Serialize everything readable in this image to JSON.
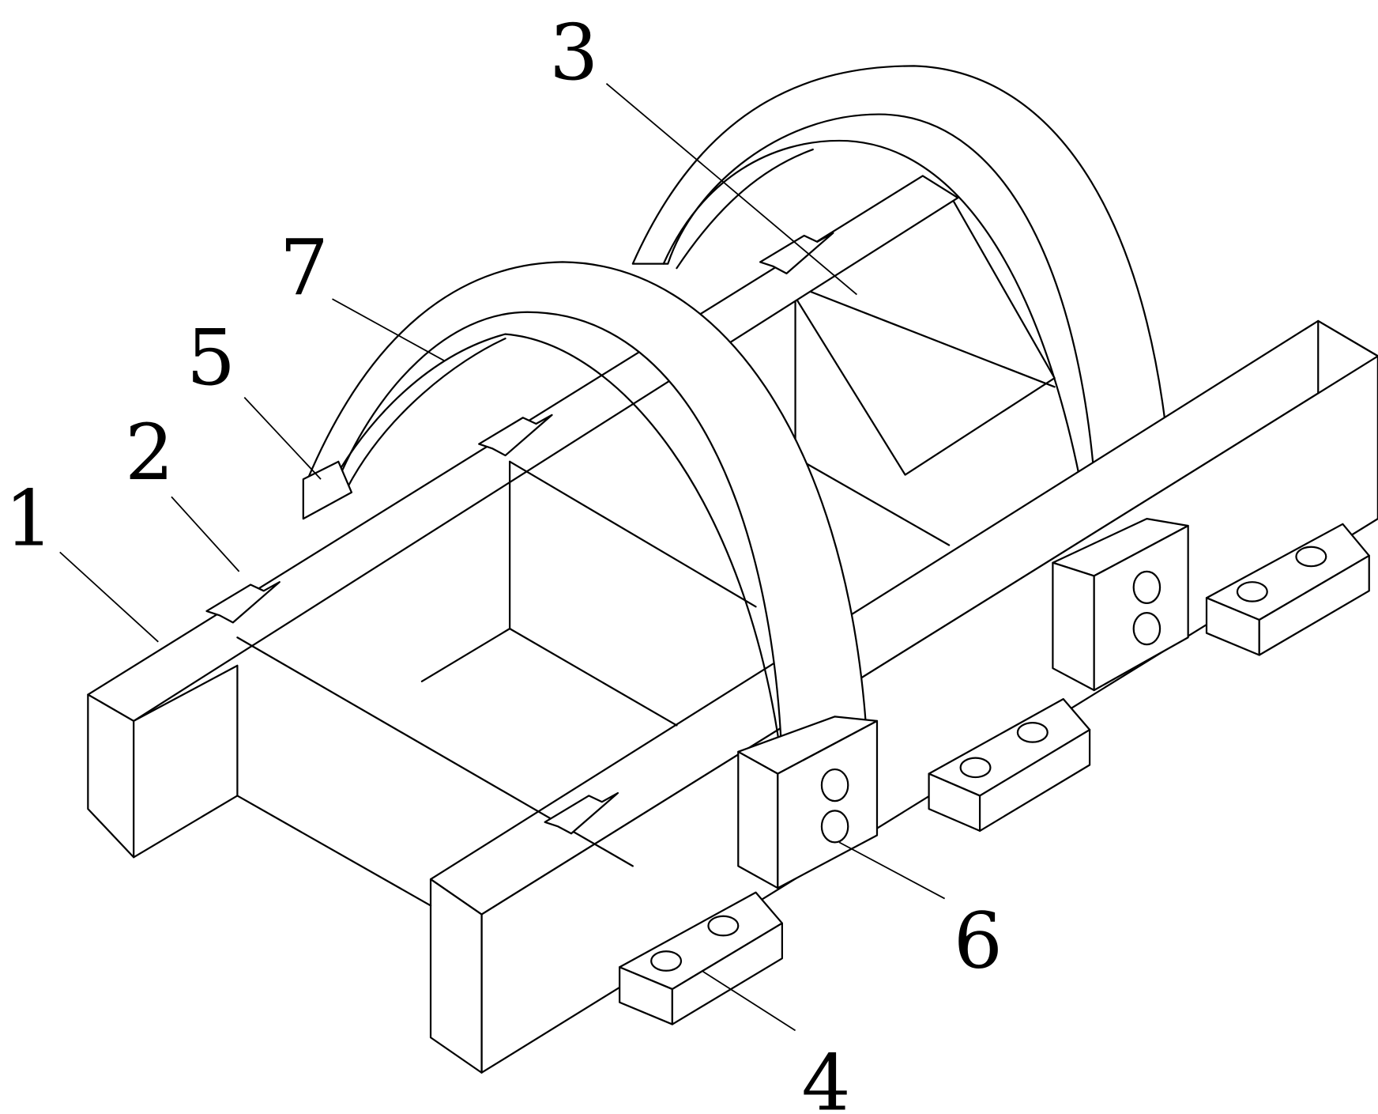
{
  "figure": {
    "type": "patent-isometric-drawing",
    "labels": {
      "part1": "1",
      "part2": "2",
      "part3": "3",
      "part4": "4",
      "part5": "5",
      "part6": "6",
      "part7": "7"
    }
  }
}
